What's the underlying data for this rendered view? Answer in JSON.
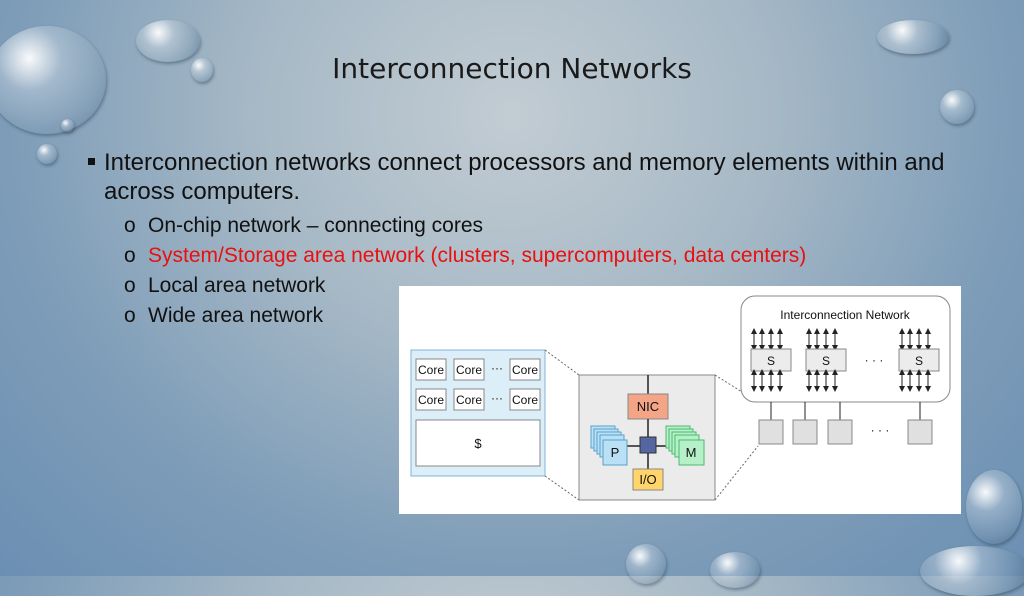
{
  "slide": {
    "title": "Interconnection Networks",
    "bullet": "Interconnection networks connect processors and memory elements within and across computers.",
    "sub_marker": "o",
    "subitems": [
      "On-chip network – connecting cores",
      "System/Storage area network (clusters, supercomputers, data centers)",
      "Local area network",
      "Wide area network"
    ],
    "highlight_color": "#e81010"
  },
  "diagram": {
    "chip": {
      "core_label": "Core",
      "ellipsis": "···",
      "cache_label": "$"
    },
    "node": {
      "nic_label": "NIC",
      "processor_label": "P",
      "memory_label": "M",
      "io_label": "I/O"
    },
    "network": {
      "title": "Interconnection Network",
      "switch_label": "S",
      "ellipsis": "· · ·"
    },
    "colors": {
      "nic": "#f4a585",
      "io": "#ffd56b",
      "processor": "#b9e0f4",
      "memory": "#b6f0c8",
      "center": "#5566a0",
      "chip_panel": "#dceef8"
    }
  }
}
